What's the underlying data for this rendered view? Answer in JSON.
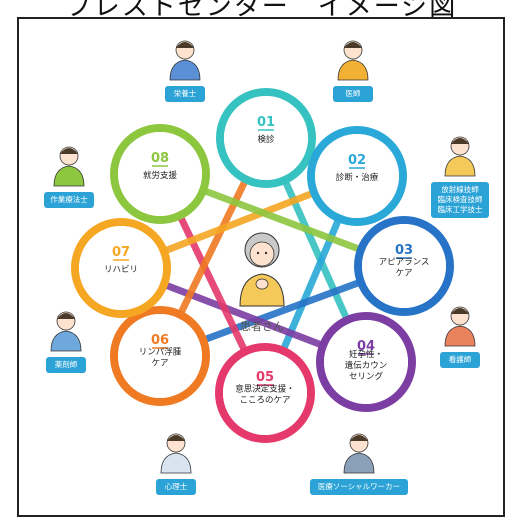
{
  "title": "ブレストセンター　イメージ図",
  "center": {
    "label": "患者さん"
  },
  "steps": [
    {
      "num": "01",
      "label": "検診",
      "color": "#35c2c0"
    },
    {
      "num": "02",
      "label": "診断・治療",
      "color": "#2aa9d8"
    },
    {
      "num": "03",
      "label": "アピアランス\nケア",
      "color": "#2673c7"
    },
    {
      "num": "04",
      "label": "妊孕性・\n遺伝カウン\nセリング",
      "color": "#7c3ea3"
    },
    {
      "num": "05",
      "label": "意思決定支援・\nこころのケア",
      "color": "#e5386b"
    },
    {
      "num": "06",
      "label": "リンパ浮腫\nケア",
      "color": "#ef7a22"
    },
    {
      "num": "07",
      "label": "リハビリ",
      "color": "#f5a623"
    },
    {
      "num": "08",
      "label": "就労支援",
      "color": "#8dc63f"
    }
  ],
  "professionals": [
    {
      "key": "nutritionist",
      "label": "栄養士"
    },
    {
      "key": "doctor",
      "label": "医師"
    },
    {
      "key": "radiology",
      "label": "放射線技師\n臨床検査技師\n臨床工学技士"
    },
    {
      "key": "nurse",
      "label": "看護師"
    },
    {
      "key": "social_worker",
      "label": "医療ソーシャルワーカー"
    },
    {
      "key": "psychologist",
      "label": "心理士"
    },
    {
      "key": "pharmacist",
      "label": "薬剤師"
    },
    {
      "key": "occupational",
      "label": "作業療法士"
    }
  ],
  "badge_color": "#2ba3d6"
}
